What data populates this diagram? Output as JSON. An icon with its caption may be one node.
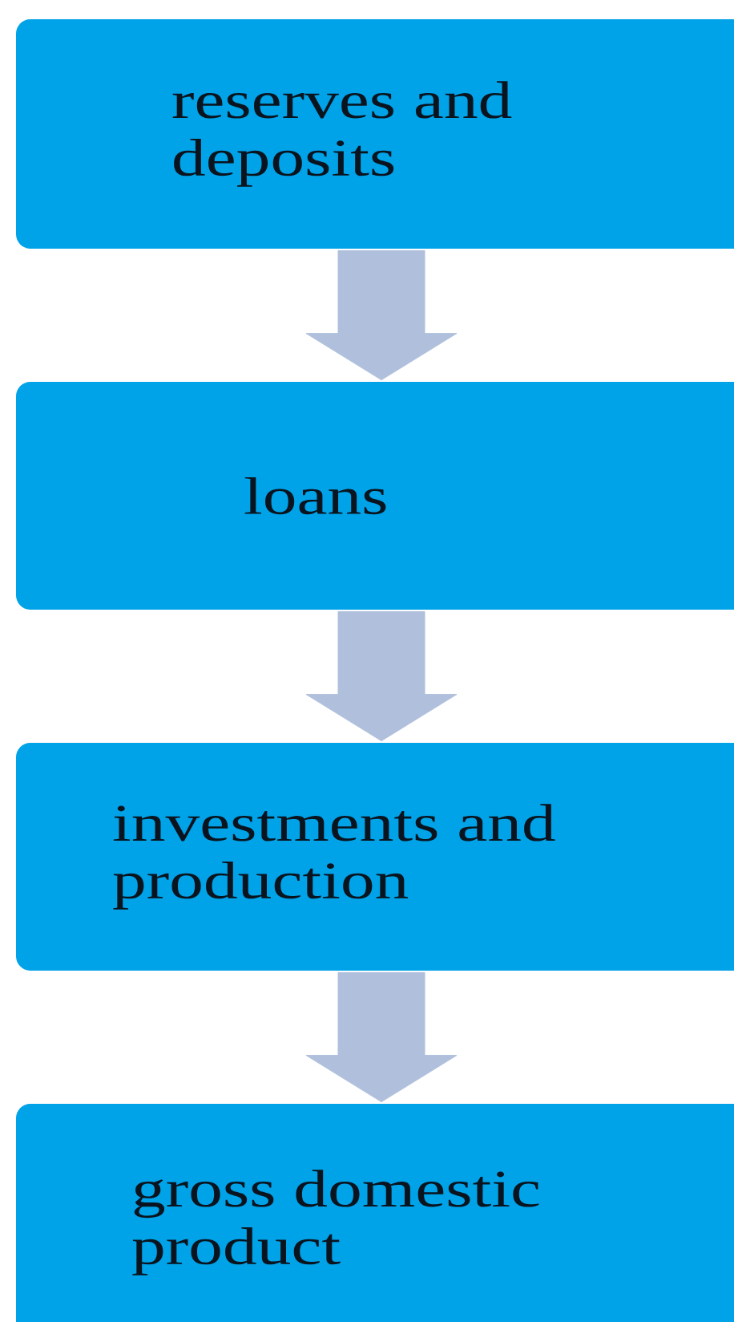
{
  "diagram": {
    "nodes": [
      {
        "text": [
          "reserves and deposits"
        ]
      },
      {
        "text": [
          "loans"
        ]
      },
      {
        "text": [
          "investments and production"
        ]
      },
      {
        "text": [
          "gross domestic product"
        ]
      }
    ],
    "edges": [
      {
        "from": 0,
        "to": 1,
        "arrow": "to"
      },
      {
        "from": 1,
        "to": 2,
        "arrow": "to"
      },
      {
        "from": 2,
        "to": 3,
        "arrow": "to"
      }
    ]
  }
}
